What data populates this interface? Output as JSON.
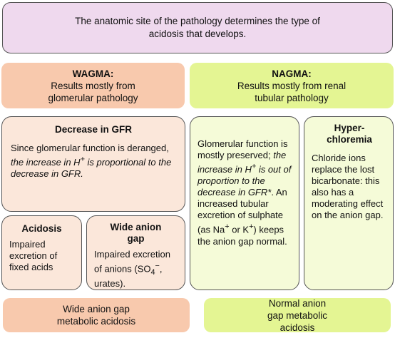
{
  "top_note": "The anatomic site of the pathology determines the type of acidosis that develops.",
  "wagma": {
    "title": "WAGMA:",
    "subtitle": "Results mostly from glomerular pathology",
    "gfr_card": {
      "title": "Decrease in GFR",
      "text": "Since glomerular function is deranged,",
      "italic_a": "the increase in H",
      "sup": "+",
      "italic_b": " is proportional to the decrease in GFR."
    },
    "acidosis_card": {
      "title": "Acidosis",
      "text": "Impaired excretion of fixed acids"
    },
    "wide_gap_card": {
      "title": "Wide anion gap",
      "text_a": "Impaired excretion of anions (SO",
      "sub": "4",
      "sup": "−",
      "text_b": ", urates)."
    },
    "footer": "Wide anion gap metabolic acidosis"
  },
  "nagma": {
    "title": "NAGMA:",
    "subtitle": "Results mostly from renal tubular pathology",
    "glom_card": {
      "text_a": "Glomerular function is mostly preserved;",
      "italic_a": "the increase in H",
      "sup": "+",
      "italic_b": " is out of proportion to the decrease in GFR*",
      "text_b": ". An increased tubular excretion of sulphate (as Na",
      "sup2": "+",
      "text_c": " or K",
      "sup3": "+",
      "text_d": ") keeps the anion gap normal."
    },
    "hyper_card": {
      "title": "Hyper-chloremia",
      "text": "Chloride ions replace the lost bicarbonate: this also has a moderating effect on the anion gap."
    },
    "footer": "Normal anion gap metabolic acidosis"
  },
  "colors": {
    "top_bg": "#efd9ee",
    "wagma_head": "#f8c9ad",
    "wagma_card": "#fbe7da",
    "nagma_head": "#e4f593",
    "nagma_card": "#f5fbd8"
  }
}
